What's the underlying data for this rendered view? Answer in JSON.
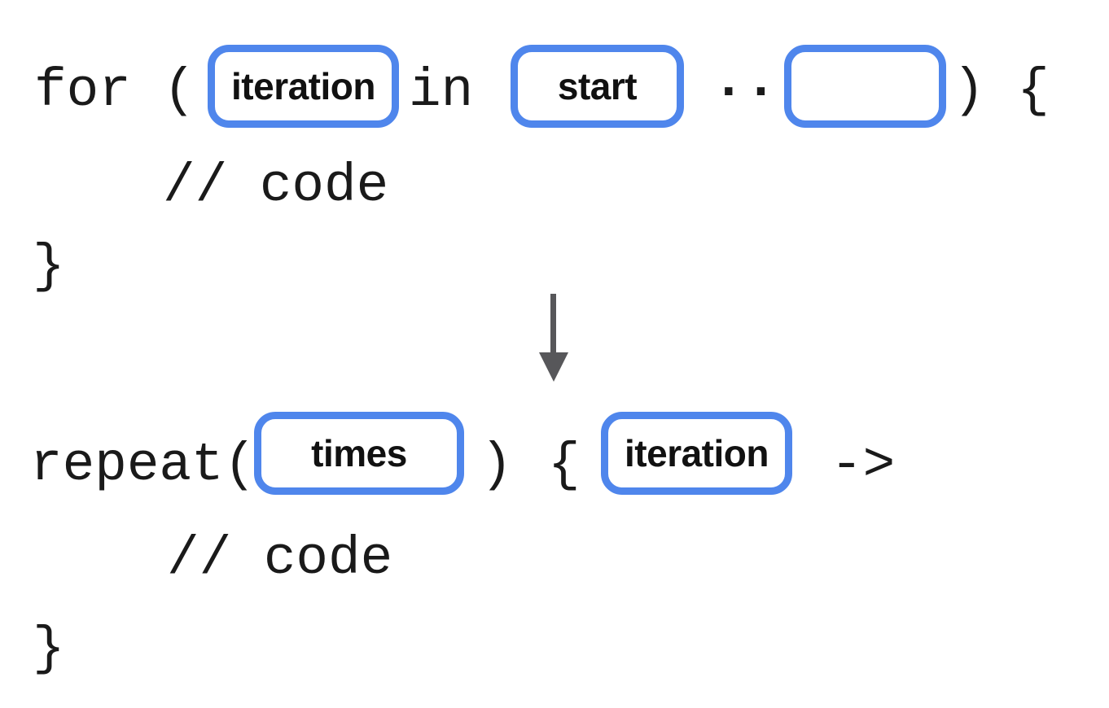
{
  "colors": {
    "slot-border": "#4F86EC",
    "code-text": "#1a1a1a",
    "slot-text": "#111111",
    "arrow": "#57575A",
    "background": "#ffffff"
  },
  "before_block": {
    "keyword_open": "for (",
    "iteration_slot": "iteration",
    "keyword_in": "in",
    "start_slot": "start",
    "range_operator": "..",
    "close_tokens": ") {",
    "comment_line": "// code",
    "closing_brace": "}"
  },
  "transform": {
    "arrow_icon": "down-arrow"
  },
  "after_block": {
    "keyword_open": "repeat(",
    "times_slot": "times",
    "close_paren": ")",
    "open_brace": "{",
    "iteration_slot": "iteration",
    "lambda_arrow": "->",
    "comment_line": "// code",
    "closing_brace": "}"
  }
}
